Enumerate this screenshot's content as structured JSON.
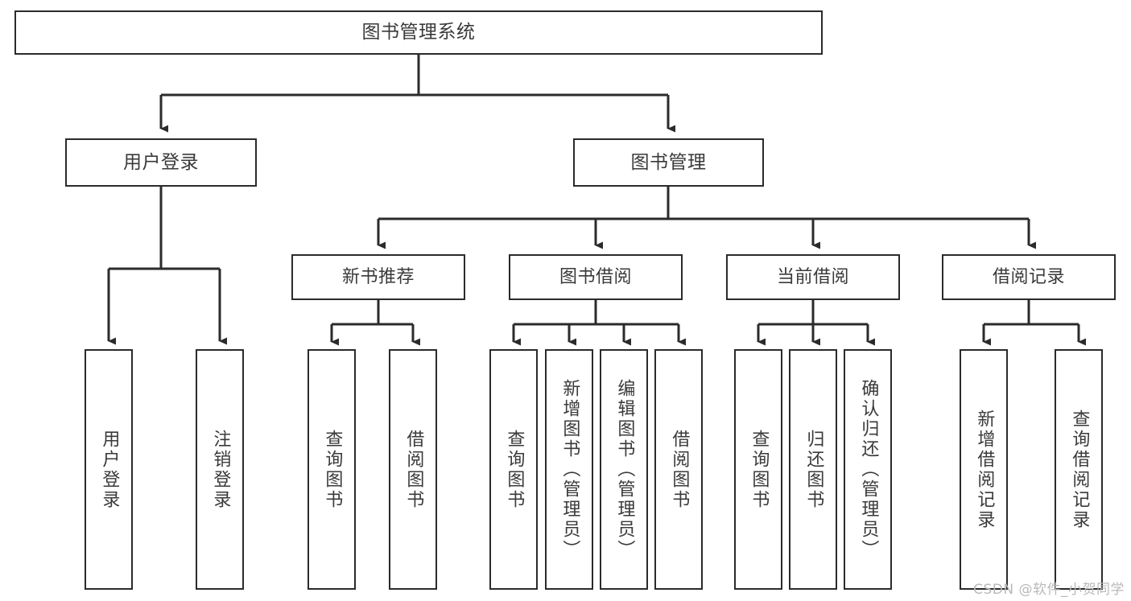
{
  "diagram": {
    "type": "tree-hierarchy",
    "title": "图书管理系统",
    "watermark": "CSDN @软件_小贺同学",
    "colors": {
      "background": "#ffffff",
      "stroke": "#2b2b2b",
      "text": "#3a3a3a",
      "watermark": "#b9b9b9"
    },
    "nodes": {
      "root": {
        "label": "图书管理系统"
      },
      "level1": [
        {
          "label": "用户登录"
        },
        {
          "label": "图书管理"
        }
      ],
      "level2": [
        {
          "label": "新书推荐"
        },
        {
          "label": "图书借阅"
        },
        {
          "label": "当前借阅"
        },
        {
          "label": "借阅记录"
        }
      ],
      "leaves": {
        "user_login": [
          {
            "label": "用户登录"
          },
          {
            "label": "注销登录"
          }
        ],
        "new_book_recommend": [
          {
            "label": "查询图书"
          },
          {
            "label": "借阅图书"
          }
        ],
        "book_borrow": [
          {
            "label": "查询图书"
          },
          {
            "label": "新增图书（管理员）"
          },
          {
            "label": "编辑图书（管理员）"
          },
          {
            "label": "借阅图书"
          }
        ],
        "current_borrow": [
          {
            "label": "查询图书"
          },
          {
            "label": "归还图书"
          },
          {
            "label": "确认归还（管理员）"
          }
        ],
        "borrow_record": [
          {
            "label": "新增借阅记录"
          },
          {
            "label": "查询借阅记录"
          }
        ]
      }
    }
  }
}
